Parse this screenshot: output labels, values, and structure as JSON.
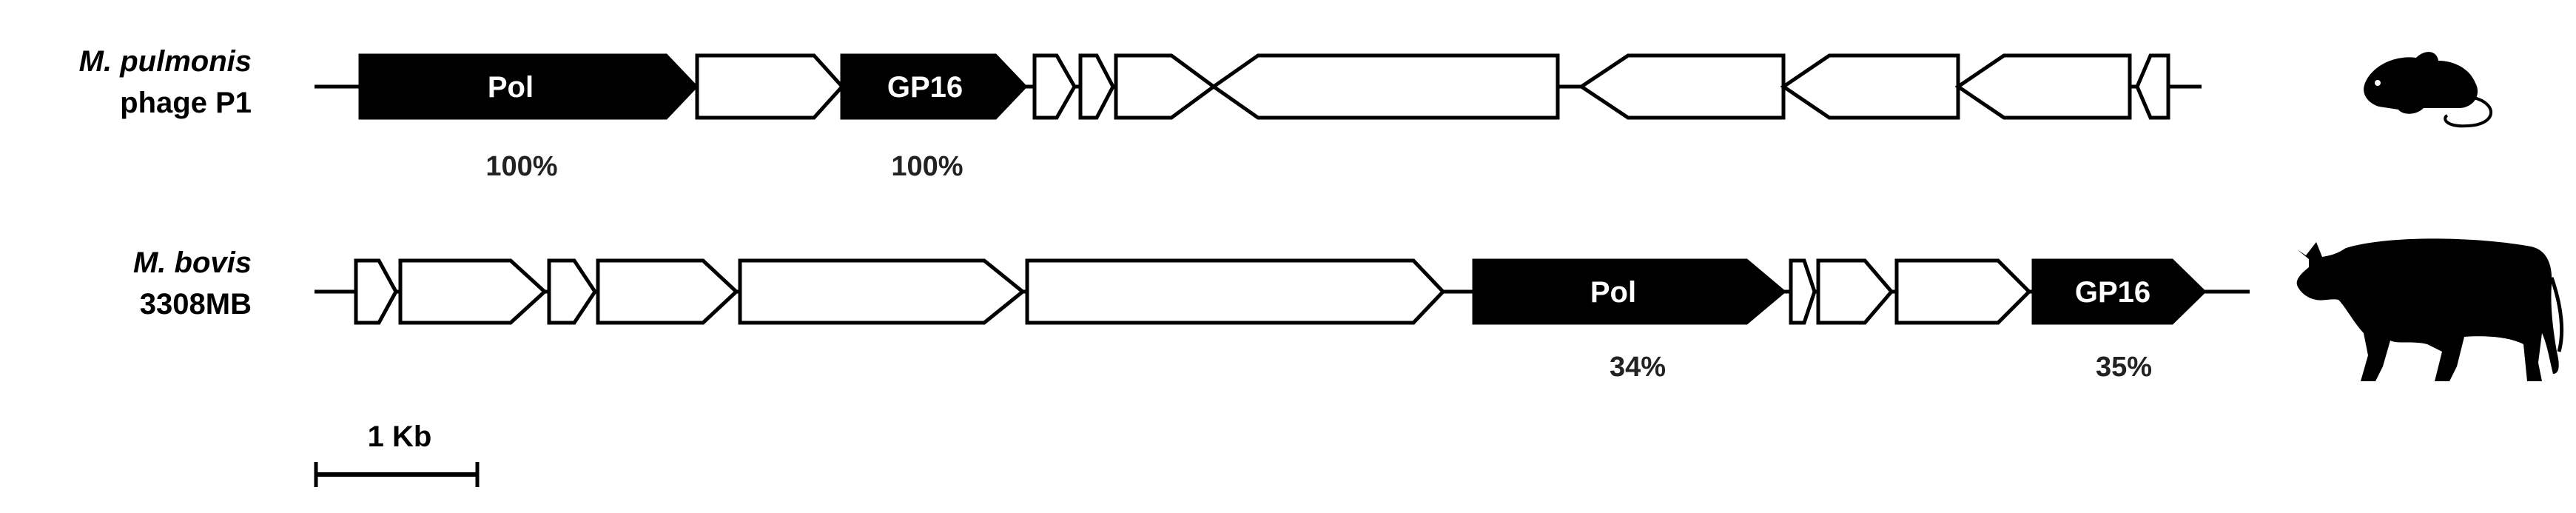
{
  "genomes": [
    {
      "name": "M. pulmonis",
      "subname": "phage P1",
      "host_icon": "mouse-icon",
      "labeled_genes": [
        {
          "label": "Pol",
          "percent": "100%"
        },
        {
          "label": "GP16",
          "percent": "100%"
        }
      ]
    },
    {
      "name": "M. bovis",
      "subname": "3308MB",
      "host_icon": "cow-icon",
      "labeled_genes": [
        {
          "label": "Pol",
          "percent": "34%"
        },
        {
          "label": "GP16",
          "percent": "35%"
        }
      ]
    }
  ],
  "scale_bar": {
    "label": "1 Kb"
  },
  "colors": {
    "highlighted_gene": "#000000",
    "gene_outline": "#000000",
    "gene_fill": "#ffffff"
  }
}
